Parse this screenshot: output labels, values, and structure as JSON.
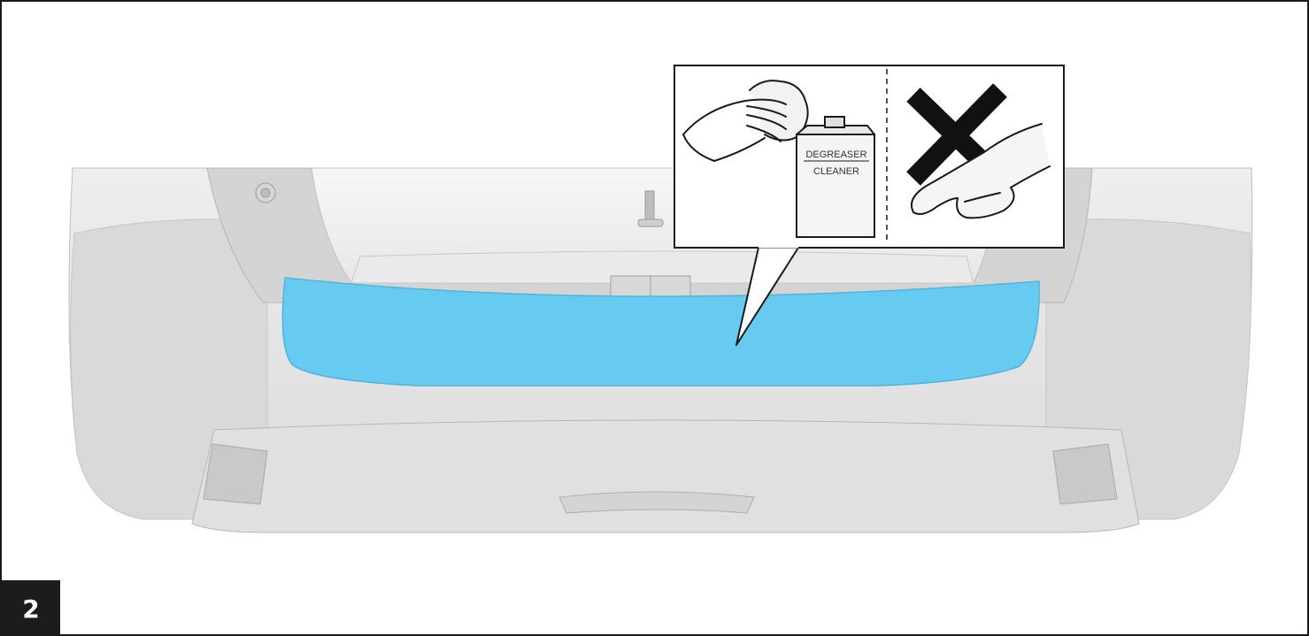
{
  "step": {
    "number": "2"
  },
  "callout": {
    "can_label_top": "DEGREASER",
    "can_label_bottom": "CLEANER",
    "left_panel_icon": "hand-wiping-with-cloth-icon",
    "right_panel_icon": "do-not-touch-x-icon"
  },
  "colors": {
    "highlight_zone": "#67cbf1",
    "bumper": "#e6e6e6",
    "outline": "#1a1a1a",
    "badge": "#1c1c1c"
  }
}
